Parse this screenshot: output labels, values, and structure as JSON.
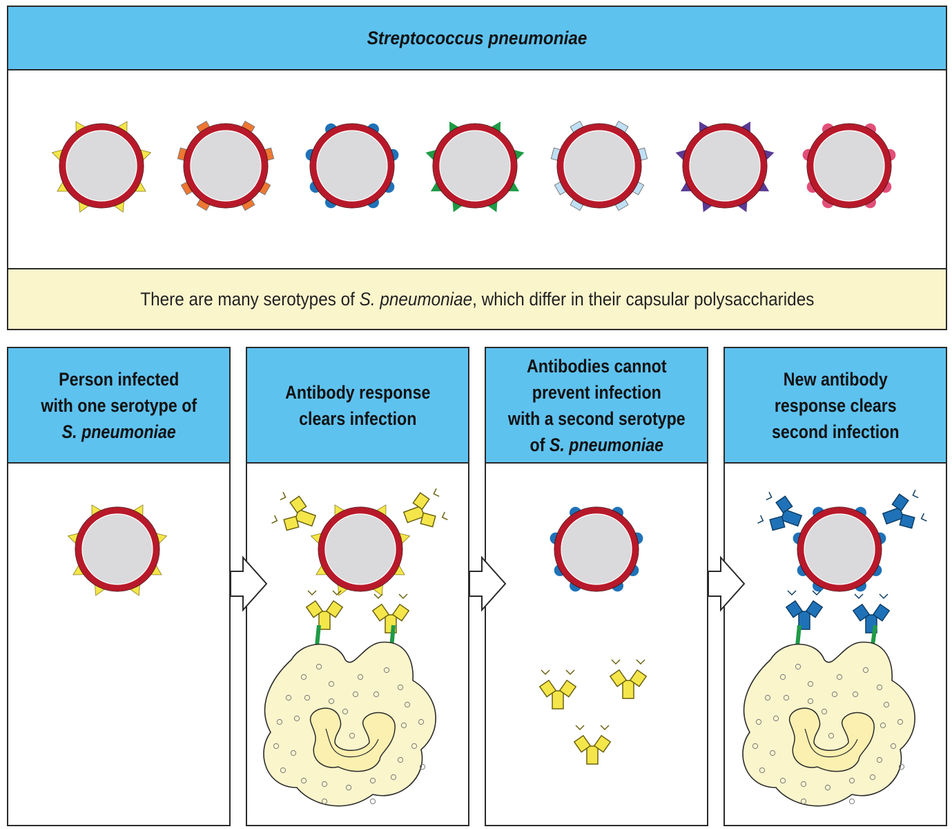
{
  "header": {
    "title": "Streptococcus pneumoniae"
  },
  "serotypes": [
    {
      "name": "serotype-1",
      "shape": "triangle",
      "color": "#f4e64a"
    },
    {
      "name": "serotype-2",
      "shape": "square",
      "color": "#ee7732"
    },
    {
      "name": "serotype-3",
      "shape": "circle",
      "color": "#1f72b8"
    },
    {
      "name": "serotype-4",
      "shape": "triangle",
      "color": "#1f9a46"
    },
    {
      "name": "serotype-5",
      "shape": "square",
      "color": "#bfe0f4"
    },
    {
      "name": "serotype-6",
      "shape": "triangle",
      "color": "#5a3a94"
    },
    {
      "name": "serotype-7",
      "shape": "circle",
      "color": "#e24f78"
    }
  ],
  "caption": {
    "before": "There are many serotypes of ",
    "italic": "S. pneumoniae",
    "after": ", which differ in their capsular polysaccharides"
  },
  "panels": [
    {
      "lines": [
        "Person infected",
        "with one serotype of"
      ],
      "italic_line": "S. pneumoniae"
    },
    {
      "lines": [
        "Antibody response",
        "clears infection"
      ],
      "italic_line": ""
    },
    {
      "lines": [
        "Antibodies cannot",
        "prevent infection",
        "with a second serotype"
      ],
      "prefix": "of ",
      "italic_line": "S. pneumoniae"
    },
    {
      "lines": [
        "New antibody",
        "response clears",
        "second infection"
      ],
      "italic_line": ""
    }
  ],
  "colors": {
    "header_blue": "#5ec2ef",
    "caption_yellow": "#fbf5cc",
    "capsule_red": "#b8192a",
    "cell_gray": "#dadadc",
    "antibody_yellow": "#f4e64a",
    "antibody_blue": "#1f72b8",
    "receptor_green": "#1f9a46",
    "phagocyte_fill": "#fbf5cc"
  }
}
